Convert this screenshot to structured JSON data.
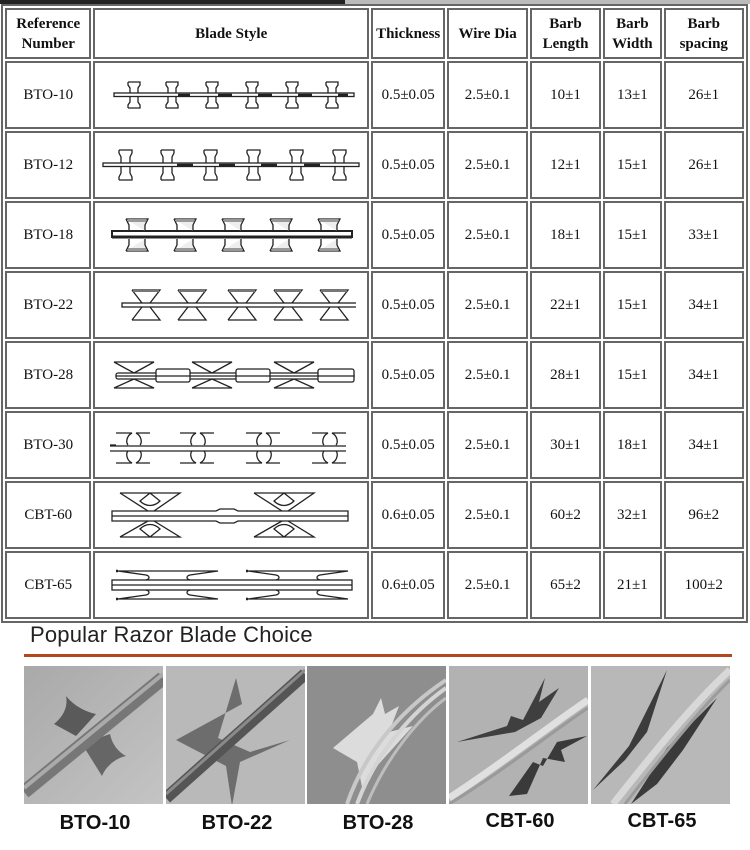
{
  "table": {
    "headers": {
      "ref": [
        "Reference",
        "Number"
      ],
      "blade": "Blade Style",
      "thickness": "Thickness",
      "wire_dia": "Wire Dia",
      "barb_length": [
        "Barb",
        "Length"
      ],
      "barb_width": [
        "Barb",
        "Width"
      ],
      "barb_spacing": [
        "Barb",
        "spacing"
      ]
    },
    "rows": [
      {
        "ref": "BTO-10",
        "blade_icon": "bto-10-blade-drawing",
        "thickness": "0.5±0.05",
        "wire_dia": "2.5±0.1",
        "barb_length": "10±1",
        "barb_width": "13±1",
        "barb_spacing": "26±1"
      },
      {
        "ref": "BTO-12",
        "blade_icon": "bto-12-blade-drawing",
        "thickness": "0.5±0.05",
        "wire_dia": "2.5±0.1",
        "barb_length": "12±1",
        "barb_width": "15±1",
        "barb_spacing": "26±1"
      },
      {
        "ref": "BTO-18",
        "blade_icon": "bto-18-blade-drawing",
        "thickness": "0.5±0.05",
        "wire_dia": "2.5±0.1",
        "barb_length": "18±1",
        "barb_width": "15±1",
        "barb_spacing": "33±1"
      },
      {
        "ref": "BTO-22",
        "blade_icon": "bto-22-blade-drawing",
        "thickness": "0.5±0.05",
        "wire_dia": "2.5±0.1",
        "barb_length": "22±1",
        "barb_width": "15±1",
        "barb_spacing": "34±1"
      },
      {
        "ref": "BTO-28",
        "blade_icon": "bto-28-blade-drawing",
        "thickness": "0.5±0.05",
        "wire_dia": "2.5±0.1",
        "barb_length": "28±1",
        "barb_width": "15±1",
        "barb_spacing": "34±1"
      },
      {
        "ref": "BTO-30",
        "blade_icon": "bto-30-blade-drawing",
        "thickness": "0.5±0.05",
        "wire_dia": "2.5±0.1",
        "barb_length": "30±1",
        "barb_width": "18±1",
        "barb_spacing": "34±1"
      },
      {
        "ref": "CBT-60",
        "blade_icon": "cbt-60-blade-drawing",
        "thickness": "0.6±0.05",
        "wire_dia": "2.5±0.1",
        "barb_length": "60±2",
        "barb_width": "32±1",
        "barb_spacing": "96±2"
      },
      {
        "ref": "CBT-65",
        "blade_icon": "cbt-65-blade-drawing",
        "thickness": "0.6±0.05",
        "wire_dia": "2.5±0.1",
        "barb_length": "65±2",
        "barb_width": "21±1",
        "barb_spacing": "100±2"
      }
    ]
  },
  "popular": {
    "title": "Popular Razor Blade Choice",
    "accent_color": "#b5471c",
    "items": [
      {
        "label": "BTO-10",
        "photo": "bto-10-photo"
      },
      {
        "label": "BTO-22",
        "photo": "bto-22-photo"
      },
      {
        "label": "BTO-28",
        "photo": "bto-28-photo"
      },
      {
        "label": "CBT-60",
        "photo": "cbt-60-photo"
      },
      {
        "label": "CBT-65",
        "photo": "cbt-65-photo"
      }
    ]
  }
}
